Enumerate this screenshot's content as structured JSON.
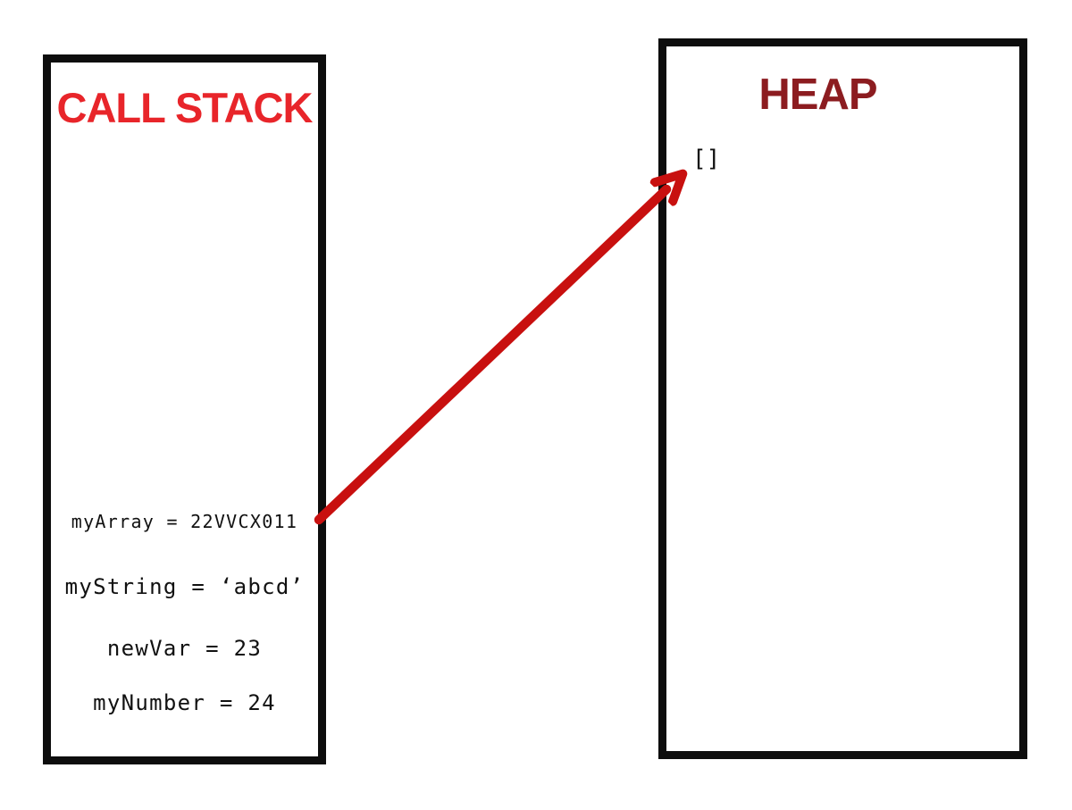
{
  "diagram": {
    "call_stack": {
      "title": "CALL STACK",
      "variables": [
        {
          "text": "myArray = 22VVCX011"
        },
        {
          "text": "myString = ‘abcd’"
        },
        {
          "text": "newVar = 23"
        },
        {
          "text": "myNumber = 24"
        }
      ]
    },
    "heap": {
      "title": "HEAP",
      "objects": [
        {
          "text": "[]"
        }
      ]
    },
    "arrow": {
      "from": "myArray = 22VVCX011",
      "to": "[]",
      "color": "#c8100f"
    },
    "colors": {
      "call_stack_title": "#e8252a",
      "heap_title": "#8c1c20",
      "arrow": "#c8100f",
      "box_border": "#0d0d0d",
      "variable_text": "#111111",
      "background": "#ffffff"
    }
  }
}
